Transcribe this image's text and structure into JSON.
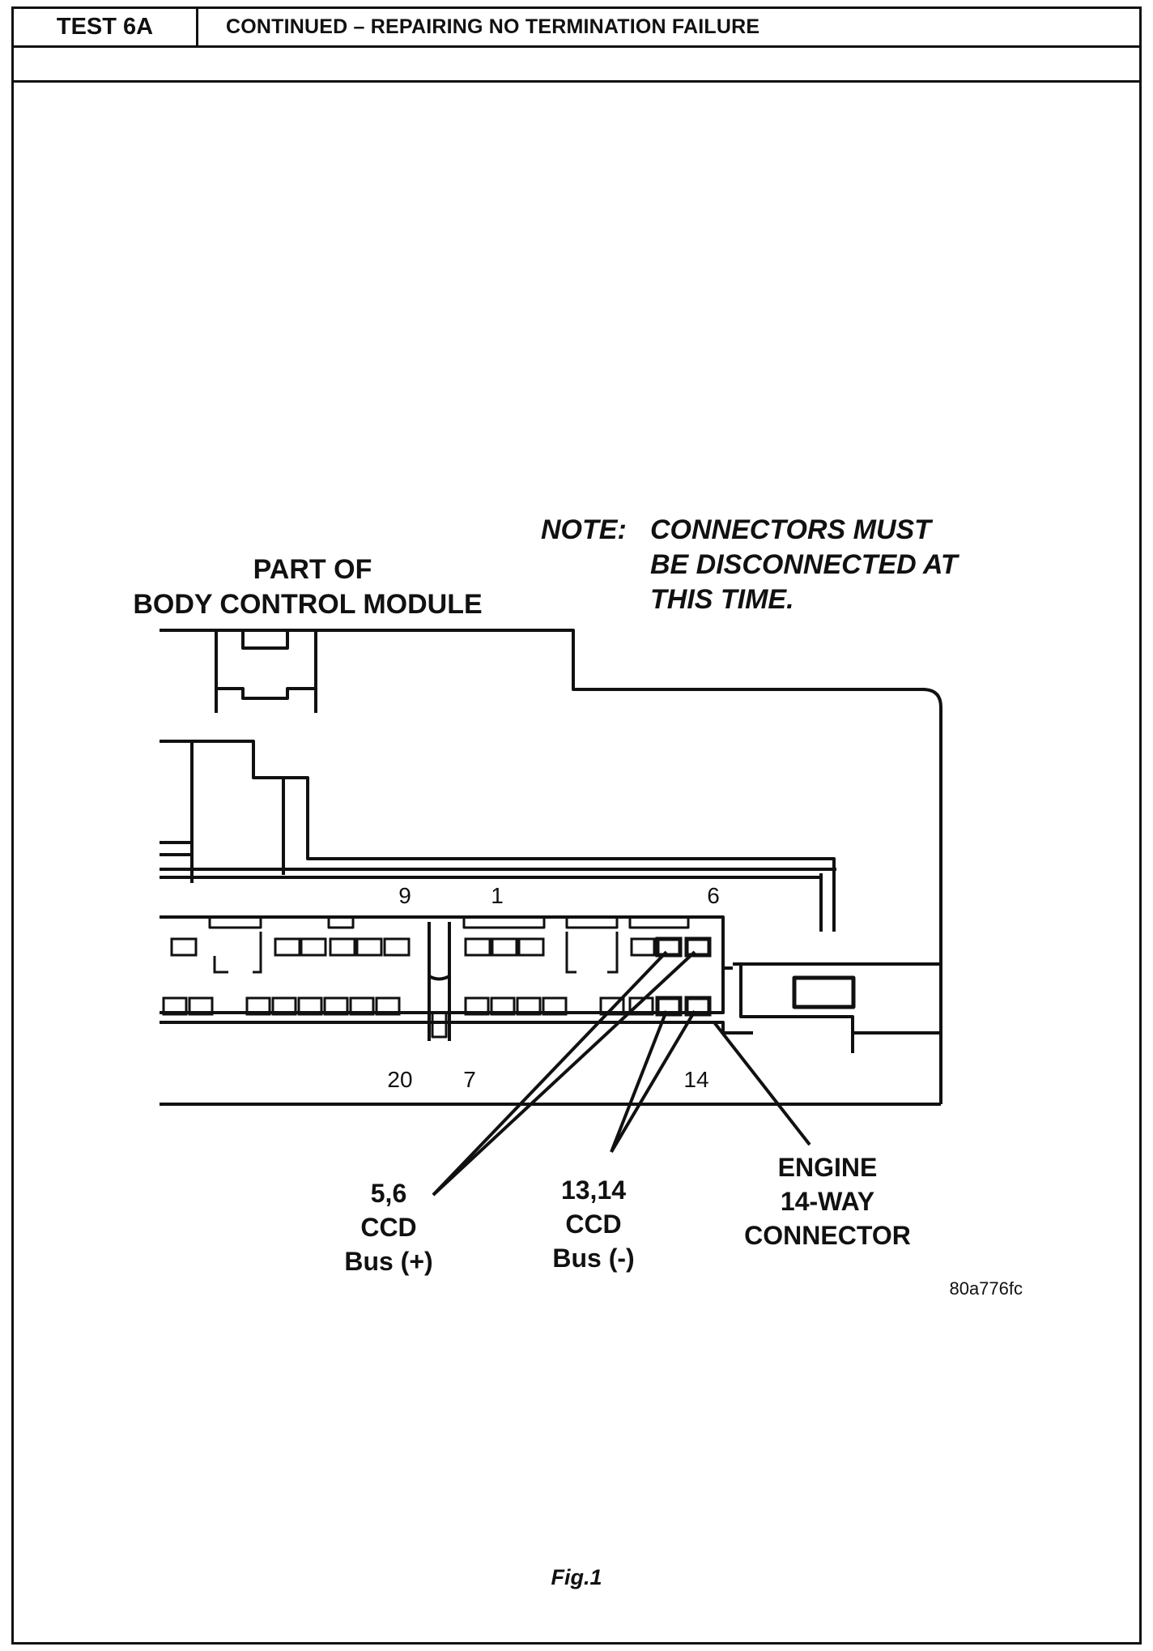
{
  "header": {
    "test_id": "TEST 6A",
    "title": "CONTINUED – REPAIRING NO TERMINATION FAILURE"
  },
  "note": {
    "prefix": "NOTE:",
    "lines": [
      "CONNECTORS MUST",
      "BE DISCONNECTED AT",
      "THIS TIME."
    ]
  },
  "diagram": {
    "module_label": [
      "PART OF",
      "BODY CONTROL MODULE"
    ],
    "top_pin_numbers": [
      "9",
      "1",
      "6"
    ],
    "bottom_pin_numbers": [
      "20",
      "7",
      "14"
    ],
    "callouts": {
      "ccd_plus": [
        "5,6",
        "CCD",
        "Bus (+)"
      ],
      "ccd_minus": [
        "13,14",
        "CCD",
        "Bus (-)"
      ],
      "engine_connector": [
        "ENGINE",
        "14-WAY",
        "CONNECTOR"
      ]
    },
    "image_code": "80a776fc"
  },
  "figure_caption": "Fig.1"
}
